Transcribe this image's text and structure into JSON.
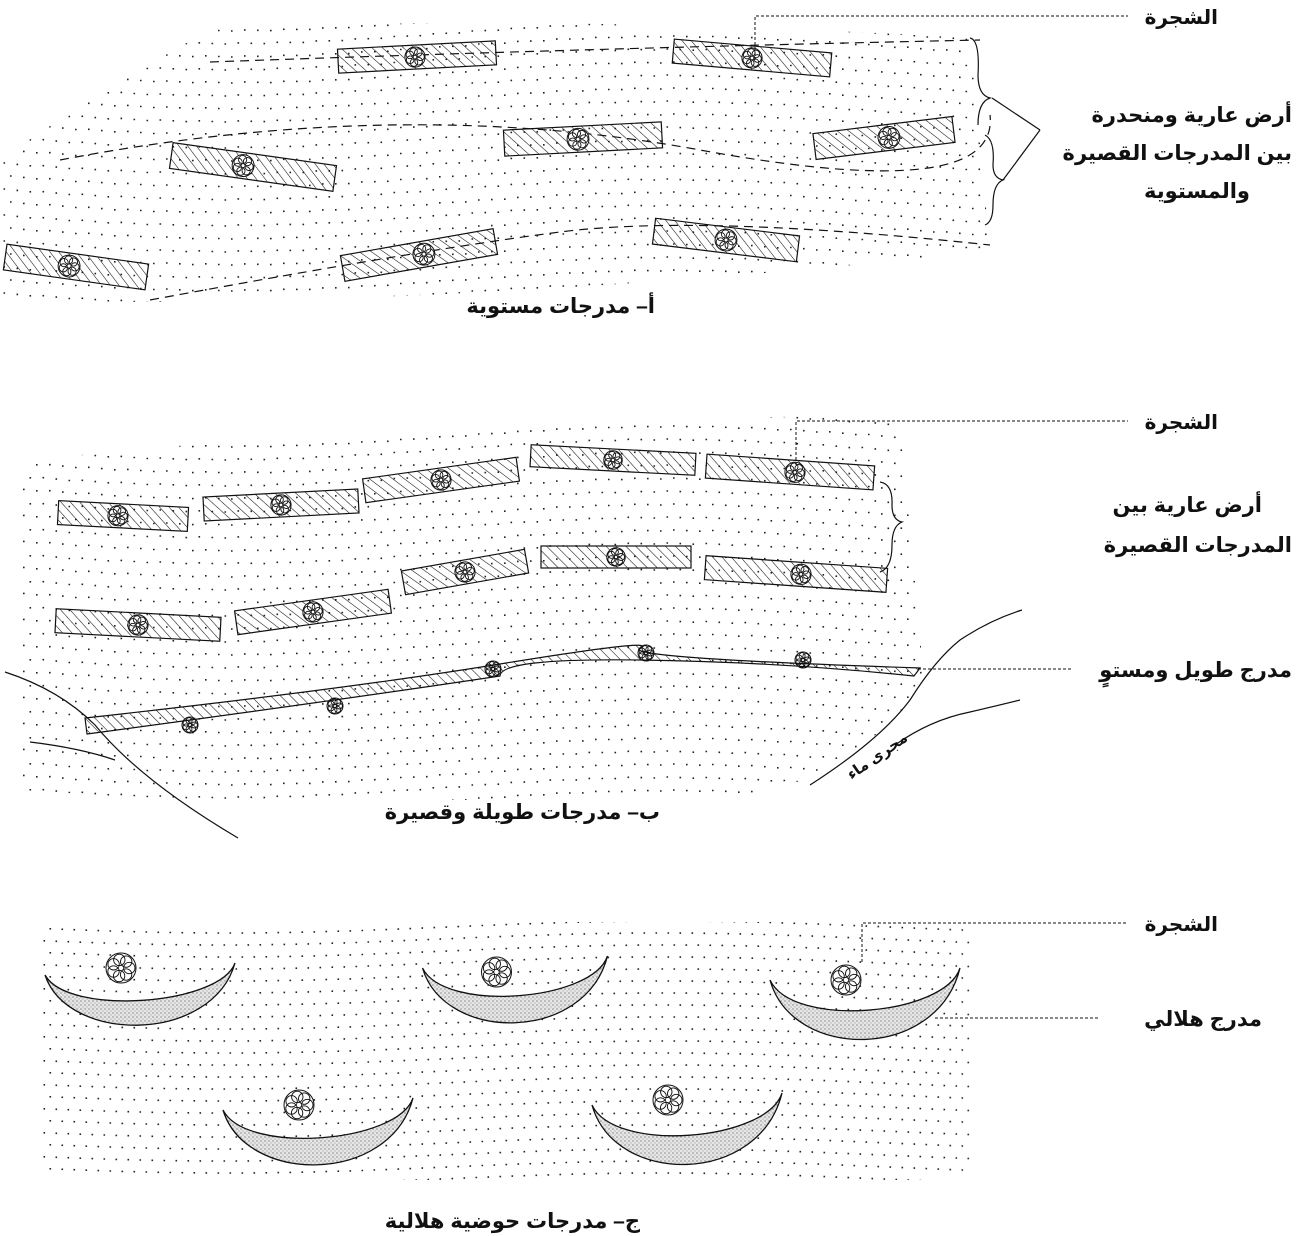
{
  "panels": [
    {
      "caption": "أ– مدرجات مستوية",
      "labels": {
        "tree": "الشجرة",
        "bare": [
          "أرض عارية ومنحدرة",
          "بين المدرجات القصيرة",
          "والمستوية"
        ]
      }
    },
    {
      "caption": "ب– مدرجات طويلة وقصيرة",
      "labels": {
        "tree": "الشجرة",
        "bare": [
          "أرض عارية بين",
          "المدرجات القصيرة"
        ],
        "long_terrace": "مدرج طويل ومستوٍ",
        "stream": "مجرى ماء"
      }
    },
    {
      "caption": "ج– مدرجات حوضية هلالية",
      "labels": {
        "tree": "الشجرة",
        "crescent": "مدرج هلالي"
      }
    }
  ],
  "colors": {
    "ink": "#111111",
    "crescent_fill": "#d9d9d9"
  },
  "icons": {
    "tree": "tree-scribble-icon"
  }
}
